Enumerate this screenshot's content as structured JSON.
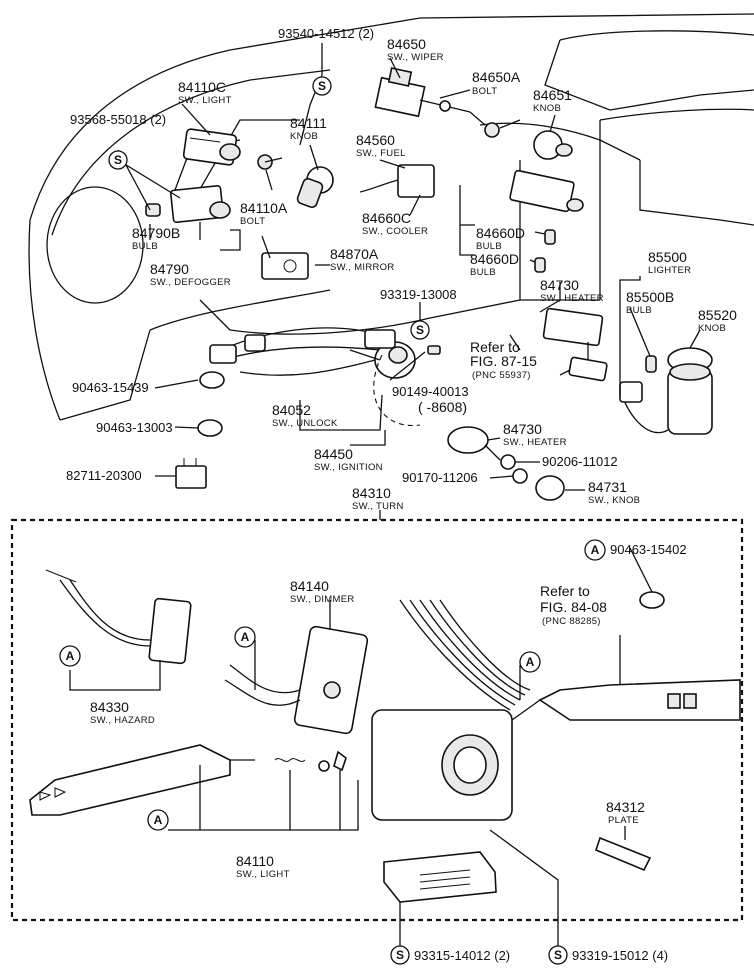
{
  "labels": {
    "l1": {
      "pn": "93540-14512 (2)"
    },
    "l2": {
      "pn": "84650",
      "name": "SW., WIPER"
    },
    "l3": {
      "pn": "84650A",
      "name": "BOLT"
    },
    "l4": {
      "pn": "84651",
      "name": "KNOB"
    },
    "l5": {
      "pn": "84110C",
      "name": "SW., LIGHT"
    },
    "l6": {
      "pn": "93568-55018 (2)"
    },
    "l7": {
      "pn": "84111",
      "name": "KNOB"
    },
    "l8": {
      "pn": "84560",
      "name": "SW., FUEL"
    },
    "l9": {
      "pn": "84110A",
      "name": "BOLT"
    },
    "l10": {
      "pn": "84790B",
      "name": "BULB"
    },
    "l11": {
      "pn": "84790",
      "name": "SW., DEFOGGER"
    },
    "l12": {
      "pn": "84660C",
      "name": "SW., COOLER"
    },
    "l13": {
      "pn": "84660D",
      "name": "BULB"
    },
    "l14": {
      "pn": "84660D",
      "name": "BULB"
    },
    "l15": {
      "pn": "84870A",
      "name": "SW., MIRROR"
    },
    "l16": {
      "pn": "85500",
      "name": "LIGHTER"
    },
    "l17": {
      "pn": "84730",
      "name": "SW., HEATER"
    },
    "l18": {
      "pn": "93319-13008"
    },
    "l19": {
      "pn": "85500B",
      "name": "BULB"
    },
    "l20": {
      "pn": "85520",
      "name": "KNOB"
    },
    "l21": {
      "pn": "90463-15439"
    },
    "l22": {
      "pn": "90149-40013"
    },
    "l23": {
      "pn": "84052",
      "name": "SW., UNLOCK"
    },
    "l24": {
      "pn": "90463-13003"
    },
    "l25": {
      "pn": "84450",
      "name": "SW., IGNITION"
    },
    "l26": {
      "pn": "84730",
      "name": "SW., HEATER"
    },
    "l27": {
      "pn": "90206-11012"
    },
    "l28": {
      "pn": "82711-20300"
    },
    "l29": {
      "pn": "90170-11206"
    },
    "l30": {
      "pn": "84731",
      "name": "SW., KNOB"
    },
    "l31": {
      "pn": "84310",
      "name": "SW., TURN"
    },
    "l32": {
      "pn": "90463-15402"
    },
    "l33": {
      "pn": "84140",
      "name": "SW., DIMMER"
    },
    "l34": {
      "pn": "84330",
      "name": "SW., HAZARD"
    },
    "l35": {
      "pn": "84110",
      "name": "SW., LIGHT"
    },
    "l36": {
      "pn": "84312",
      "name": "PLATE"
    },
    "l37": {
      "pn": "93315-14012 (2)"
    },
    "l38": {
      "pn": "93319-15012 (4)"
    }
  },
  "refs": {
    "r1": {
      "line1": "Refer to",
      "line2": "FIG. 87-15",
      "line3": "(PNC 55937)"
    },
    "r2": {
      "line1": "Refer to",
      "line2": "FIG. 84-08",
      "line3": "(PNC 88285)"
    }
  },
  "date_range": "(      -8608)",
  "markers": {
    "s": "S",
    "a": "A"
  }
}
